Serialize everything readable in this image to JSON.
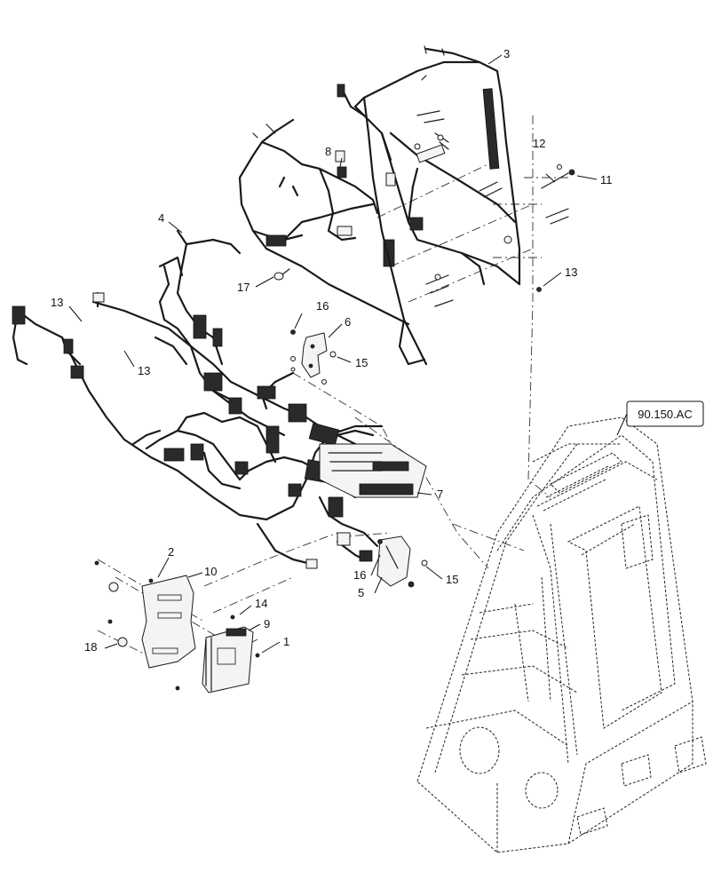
{
  "diagram": {
    "callouts": {
      "c1": "1",
      "c2": "2",
      "c3": "3",
      "c4": "4",
      "c5": "5",
      "c6": "6",
      "c7": "7",
      "c8": "8",
      "c9": "9",
      "c10": "10",
      "c11": "11",
      "c12": "12",
      "c13a": "13",
      "c13b": "13",
      "c13c": "13",
      "c14": "14",
      "c15a": "15",
      "c15b": "15",
      "c16a": "16",
      "c16b": "16",
      "c17": "17",
      "c18": "18"
    },
    "reference_box": "90.150.AC"
  }
}
